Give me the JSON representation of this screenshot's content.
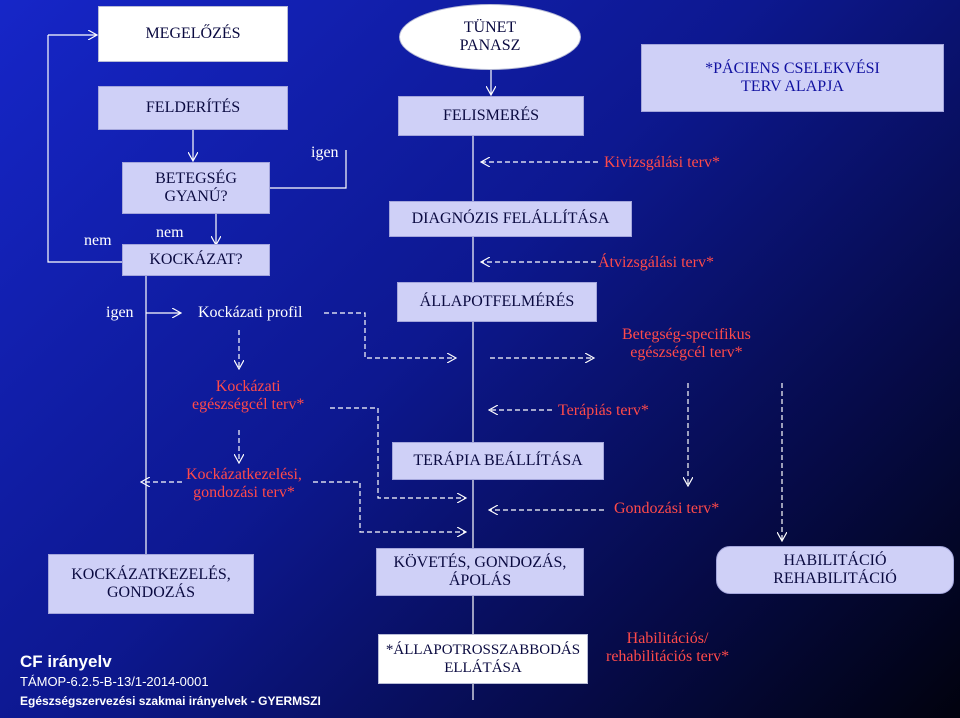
{
  "boxes": {
    "megelozes": "MEGELŐZÉS",
    "felderites": "FELDERÍTÉS",
    "tunet": "TÜNET\nPANASZ",
    "felismeres": "FELISMERÉS",
    "paciens": "*PÁCIENS CSELEKVÉSI\nTERV ALAPJA",
    "betegseg_gyanu": "BETEGSÉG\nGYANÚ?",
    "kockazat_question": "KOCKÁZAT?",
    "diagnozis": "DIAGNÓZIS FELÁLLÍTÁSA",
    "allapotfelmeres": "ÁLLAPOTFELMÉRÉS",
    "terapia": "TERÁPIA BEÁLLÍTÁSA",
    "kockazatkezeles": "KOCKÁZATKEZELÉS,\nGONDOZÁS",
    "kovetes": "KÖVETÉS, GONDOZÁS,\nÁPOLÁS",
    "habilitacio": "HABILITÁCIÓ\nREHABILITÁCIÓ",
    "allapotrossz": "*ÁLLAPOTROSSZABBODÁS\nELLÁTÁSA"
  },
  "labels": {
    "igen_top": "igen",
    "nem_left": "nem",
    "nem_inner": "nem",
    "igen_left": "igen",
    "kockazati_profil": "Kockázati profil"
  },
  "red_labels": {
    "kivizsgalasi": "Kivizsgálási terv*",
    "atvizsgalasi": "Átvizsgálási terv*",
    "betegseg_specifikus": "Betegség-specifikus\negészségcél terv*",
    "kockazati_egeszsegcel": "Kockázati\negészségcél terv*",
    "terapias": "Terápiás terv*",
    "kockazatkezelesi": "Kockázatkezelési,\ngondozási terv*",
    "gondozasi": "Gondozási terv*",
    "habilitacios": "Habilitációs/\nrehabilitációs terv*"
  },
  "footer": {
    "title": "CF irányelv",
    "code": "TÁMOP-6.2.5-B-13/1-2014-0001",
    "org": "Egészségszervezési szakmai irányelvek - GYERMSZI"
  },
  "colors": {
    "red_text": "#ff4a4a",
    "box_text": "#0a0a40",
    "lilac": "#cfd0f7"
  }
}
